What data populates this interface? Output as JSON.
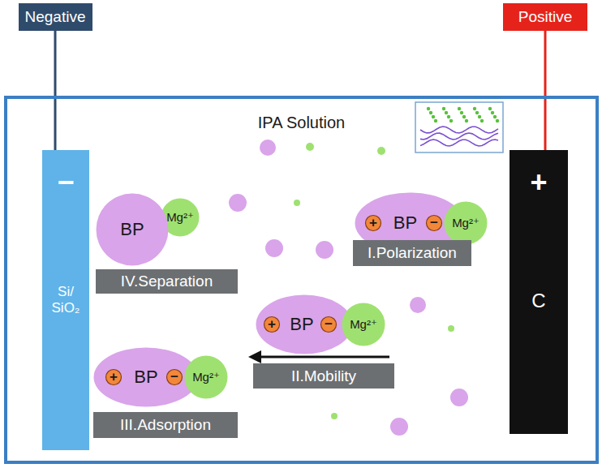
{
  "diagram": {
    "nodes": [
      {
        "text": [
          "Negative"
        ]
      },
      {
        "text": [
          "Positive"
        ]
      },
      {
        "text": [
          "IPA Solution"
        ]
      },
      {
        "text": [
          "−",
          "Si/ SiO₂"
        ],
        "in": 2
      },
      {
        "text": [
          "+",
          "C"
        ],
        "in": 2
      },
      {
        "text": [
          "Mg²⁺"
        ],
        "in": 2
      },
      {
        "text": [
          "BP"
        ],
        "in": 2
      },
      {
        "text": [
          "+"
        ],
        "in": 6
      },
      {
        "text": [
          "−"
        ],
        "in": 6
      },
      {
        "text": [
          "Mg²⁺"
        ],
        "in": 2
      },
      {
        "text": [
          "BP"
        ],
        "in": 2
      },
      {
        "text": [
          "I.Polarization"
        ],
        "in": 2
      },
      {
        "text": [
          "IV.Separation"
        ],
        "in": 2
      },
      {
        "text": [
          "BP"
        ],
        "in": 2
      },
      {
        "text": [
          "+"
        ],
        "in": 13
      },
      {
        "text": [
          "−"
        ],
        "in": 13
      },
      {
        "text": [
          "Mg²⁺"
        ],
        "in": 2
      },
      {
        "text": [
          "II.Mobility"
        ],
        "in": 2
      },
      {
        "text": [
          "BP"
        ],
        "in": 2
      },
      {
        "text": [
          "+"
        ],
        "in": 18
      },
      {
        "text": [
          "−"
        ],
        "in": 18
      },
      {
        "text": [
          "Mg²⁺"
        ],
        "in": 2
      },
      {
        "text": [
          "III.Adsorption"
        ],
        "in": 2
      }
    ],
    "edges": [
      {
        "from": 0,
        "to": 3,
        "arrow": "none"
      },
      {
        "from": 1,
        "to": 4,
        "arrow": "none"
      }
    ]
  }
}
